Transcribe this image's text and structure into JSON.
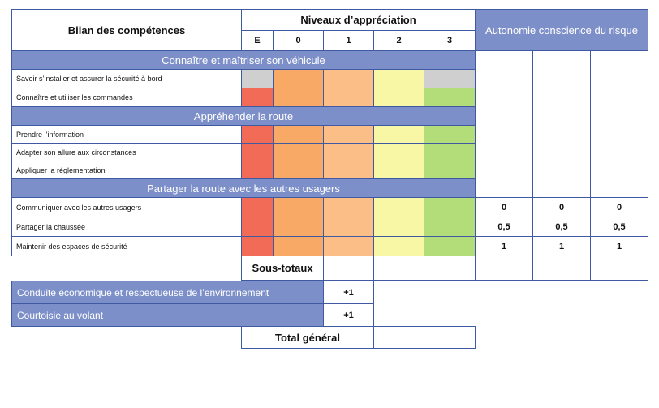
{
  "header": {
    "bilan_title": "Bilan des compétences",
    "niveaux_title": "Niveaux d’appréciation",
    "levels": [
      "E",
      "0",
      "1",
      "2",
      "3"
    ],
    "autonomie_title": "Autonomie conscience du risque"
  },
  "sections": [
    {
      "title": "Connaître et maîtriser son véhicule",
      "items": [
        {
          "label": "Savoir s’installer et assurer la sécurité à bord",
          "cells": [
            "grey",
            "orange",
            "lorange",
            "yellow",
            "grey"
          ]
        },
        {
          "label": "Connaître et utiliser les commandes",
          "cells": [
            "red",
            "orange",
            "lorange",
            "yellow",
            "green"
          ]
        }
      ]
    },
    {
      "title": "Appréhender la route",
      "items": [
        {
          "label": "Prendre l’information",
          "cells": [
            "red",
            "orange",
            "lorange",
            "yellow",
            "green"
          ]
        },
        {
          "label": "Adapter son allure aux circonstances",
          "cells": [
            "red",
            "orange",
            "lorange",
            "yellow",
            "green"
          ]
        },
        {
          "label": "Appliquer la réglementation",
          "cells": [
            "red",
            "orange",
            "lorange",
            "yellow",
            "green"
          ]
        }
      ]
    },
    {
      "title": "Partager la route avec les autres usagers",
      "items": [
        {
          "label": "Communiquer avec les autres usagers",
          "cells": [
            "red",
            "orange",
            "lorange",
            "yellow",
            "green"
          ]
        },
        {
          "label": "Partager la chaussée",
          "cells": [
            "red",
            "orange",
            "lorange",
            "yellow",
            "green"
          ]
        },
        {
          "label": "Maintenir des espaces de sécurité",
          "cells": [
            "red",
            "orange",
            "lorange",
            "yellow",
            "green"
          ]
        }
      ]
    }
  ],
  "autonomie_values": [
    [
      "0",
      "0",
      "0"
    ],
    [
      "0,5",
      "0,5",
      "0,5"
    ],
    [
      "1",
      "1",
      "1"
    ]
  ],
  "sous_totaux_label": "Sous-totaux",
  "bonus": [
    {
      "label": "Conduite économique et respectueuse de l’environnement",
      "value": "+1"
    },
    {
      "label": "Courtoisie au volant",
      "value": "+1"
    }
  ],
  "total_label": "Total général",
  "colors": {
    "border": "#3f5aa3",
    "header_blue": "#7d8fc9",
    "red": "#f26b57",
    "orange": "#f8a966",
    "light_orange": "#fbbe86",
    "yellow": "#f8f7a6",
    "green": "#b3dd78",
    "grey": "#cfcfcf"
  }
}
